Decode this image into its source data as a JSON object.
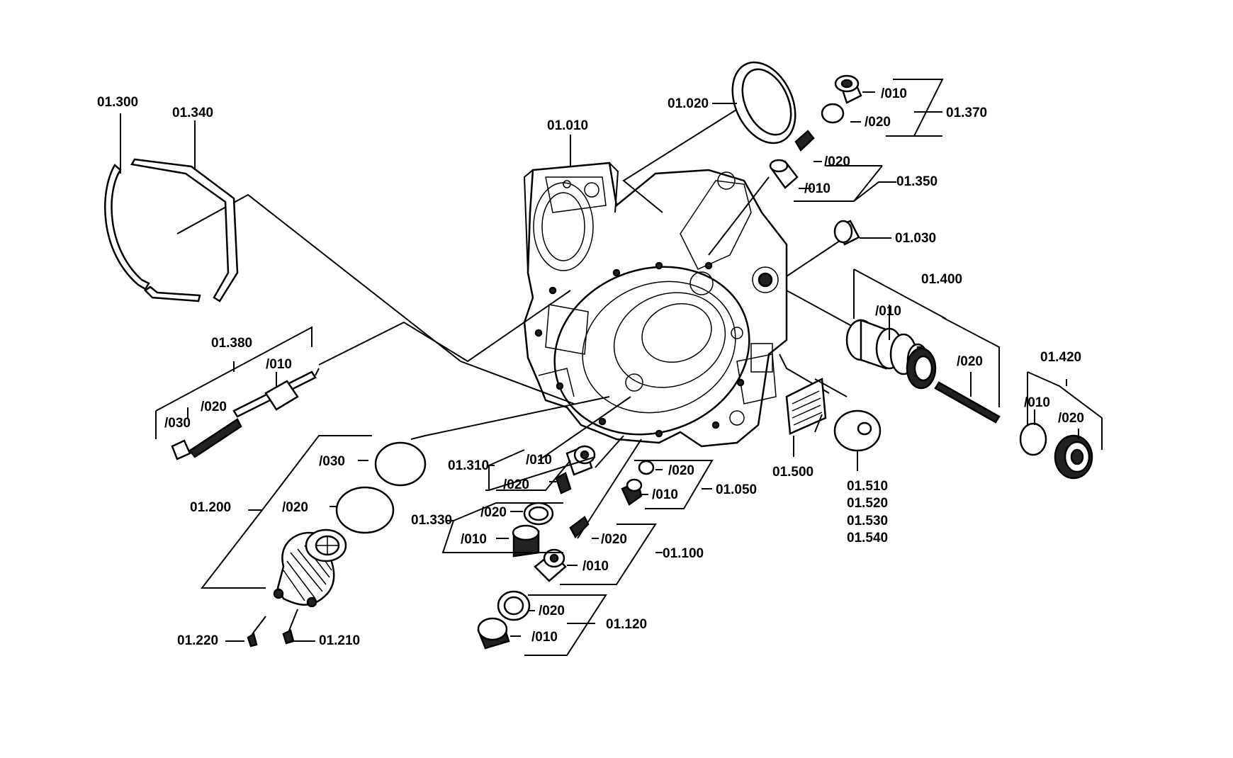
{
  "labels": {
    "l_01300": "01.300",
    "l_01340": "01.340",
    "l_01010": "01.010",
    "l_01020": "01.020",
    "l_01370": "01.370",
    "l_01370_010": "/010",
    "l_01370_020": "/020",
    "l_01350": "01.350",
    "l_01350_020": "/020",
    "l_01350_010": "/010",
    "l_01030": "01.030",
    "l_01400": "01.400",
    "l_01400_010": "/010",
    "l_01400_020": "/020",
    "l_01420": "01.420",
    "l_01420_010": "/010",
    "l_01420_020": "/020",
    "l_01380": "01.380",
    "l_01380_010": "/010",
    "l_01380_020": "/020",
    "l_01380_030": "/030",
    "l_01200": "01.200",
    "l_01200_030": "/030",
    "l_01200_020": "/020",
    "l_01220": "01.220",
    "l_01210": "01.210",
    "l_01310": "01.310",
    "l_01310_010": "/010",
    "l_01310_020": "/020",
    "l_01330": "01.330",
    "l_01330_020": "/020",
    "l_01330_010": "/010",
    "l_01050": "01.050",
    "l_01050_020": "/020",
    "l_01050_010": "/010",
    "l_01100": "01.100",
    "l_01100_020": "/020",
    "l_01100_010": "/010",
    "l_01120": "01.120",
    "l_01120_020": "/020",
    "l_01120_010": "/010",
    "l_01500": "01.500",
    "l_01510": "01.510",
    "l_01520": "01.520",
    "l_01530": "01.530",
    "l_01540": "01.540"
  }
}
